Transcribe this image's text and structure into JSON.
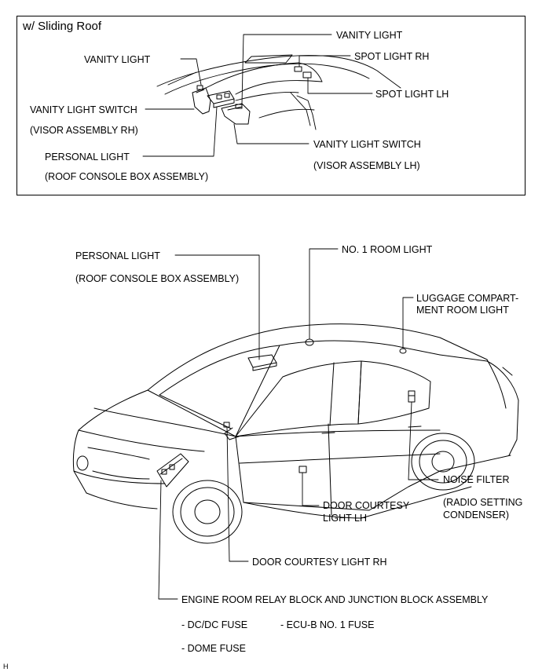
{
  "inset": {
    "title": "w/ Sliding Roof",
    "labels": {
      "vanity_light_top": "VANITY LIGHT",
      "vanity_light_left": "VANITY LIGHT",
      "spot_light_rh": "SPOT LIGHT RH",
      "spot_light_lh": "SPOT LIGHT LH",
      "vanity_light_switch_rh": "VANITY LIGHT SWITCH",
      "visor_assembly_rh": "(VISOR ASSEMBLY RH)",
      "personal_light": "PERSONAL LIGHT",
      "roof_console_box": "(ROOF CONSOLE BOX ASSEMBLY)",
      "vanity_light_switch_lh": "VANITY LIGHT SWITCH",
      "visor_assembly_lh": "(VISOR ASSEMBLY LH)"
    }
  },
  "main": {
    "labels": {
      "personal_light": "PERSONAL LIGHT",
      "roof_console_box": "(ROOF CONSOLE BOX ASSEMBLY)",
      "no1_room_light": "NO. 1 ROOM LIGHT",
      "luggage_line1": "LUGGAGE COMPART-",
      "luggage_line2": "MENT ROOM LIGHT",
      "noise_filter": "NOISE FILTER",
      "radio_setting_line1": "(RADIO SETTING",
      "radio_setting_line2": "CONDENSER)",
      "door_courtesy_lh_line1": "DOOR COURTESY",
      "door_courtesy_lh_line2": "LIGHT LH",
      "door_courtesy_rh": "DOOR COURTESY LIGHT RH",
      "engine_room_block": "ENGINE ROOM RELAY BLOCK AND JUNCTION BLOCK ASSEMBLY",
      "dcdc_fuse": "- DC/DC FUSE",
      "ecub_fuse": "- ECU-B NO. 1 FUSE",
      "dome_fuse": "- DOME FUSE"
    }
  },
  "figure_code": "H"
}
